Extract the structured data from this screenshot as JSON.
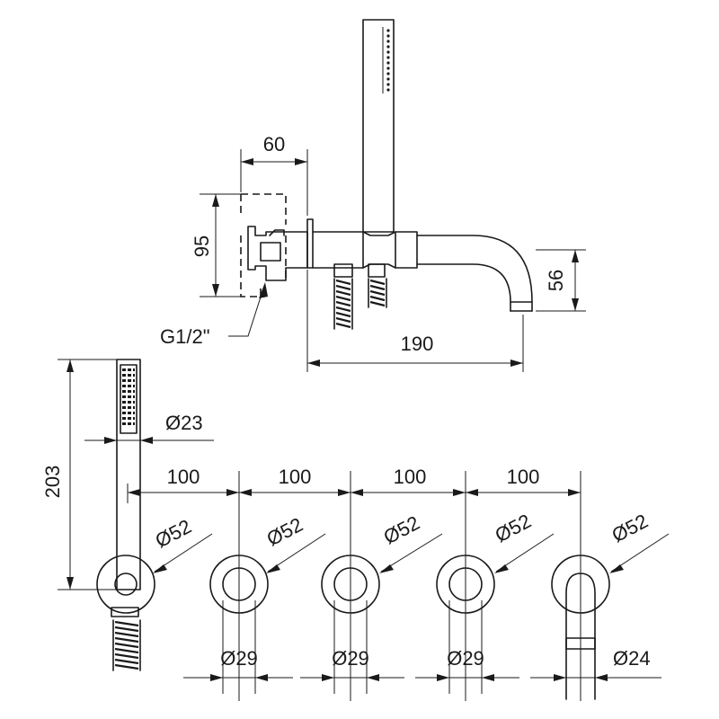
{
  "dimensions": {
    "wall_depth": "60",
    "wall_height": "95",
    "thread": "G1/2\"",
    "spout_length": "190",
    "spout_drop": "56",
    "handshower_length": "203",
    "handshower_diameter": "Ø23",
    "spacing_1": "100",
    "spacing_2": "100",
    "spacing_3": "100",
    "spacing_4": "100",
    "rosette_1": "Ø52",
    "rosette_2": "Ø52",
    "rosette_3": "Ø52",
    "rosette_4": "Ø52",
    "rosette_5": "Ø52",
    "handle_1": "Ø29",
    "handle_2": "Ø29",
    "handle_3": "Ø29",
    "spout_diameter": "Ø24"
  }
}
